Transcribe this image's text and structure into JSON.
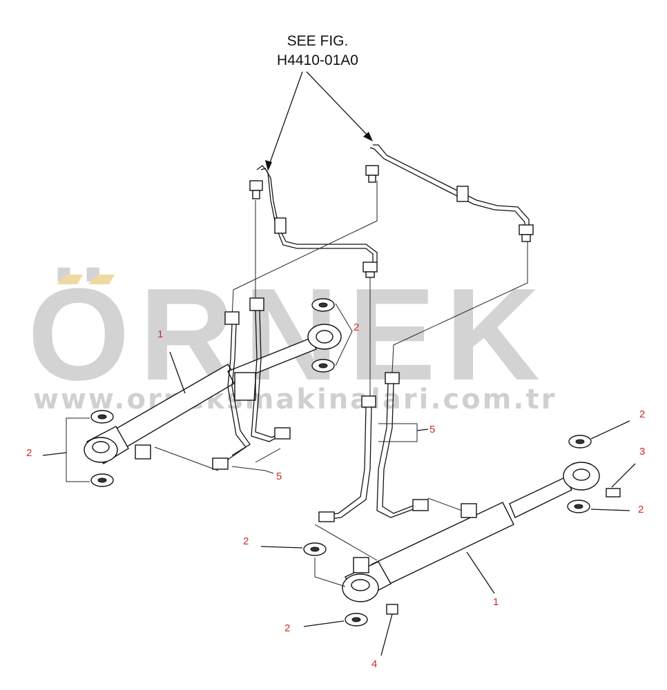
{
  "header": {
    "line1": "SEE FIG.",
    "line2": "H4410-01A0"
  },
  "watermark": {
    "brand": "ÖRNEK",
    "url": "www.orneksmakinalari.com.tr",
    "color": "#d3d3d3",
    "accent": "#f0d9a0"
  },
  "callouts": [
    {
      "id": "c1a",
      "text": "1"
    },
    {
      "id": "c2a",
      "text": "2"
    },
    {
      "id": "c2b",
      "text": "2"
    },
    {
      "id": "c5a",
      "text": "5"
    },
    {
      "id": "c5b",
      "text": "5"
    },
    {
      "id": "c2c",
      "text": "2"
    },
    {
      "id": "c3",
      "text": "3"
    },
    {
      "id": "c2d",
      "text": "2"
    },
    {
      "id": "c2e",
      "text": "2"
    },
    {
      "id": "c1b",
      "text": "1"
    },
    {
      "id": "c2f",
      "text": "2"
    },
    {
      "id": "c4",
      "text": "4"
    }
  ],
  "callout_color": "#cc2a2a"
}
